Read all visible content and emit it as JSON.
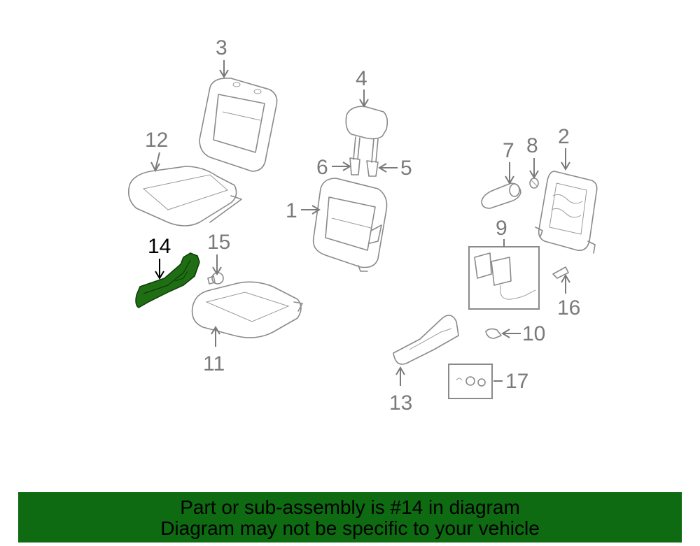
{
  "diagram": {
    "labels": [
      "1",
      "2",
      "3",
      "4",
      "5",
      "6",
      "7",
      "8",
      "9",
      "10",
      "11",
      "12",
      "13",
      "14",
      "15",
      "16",
      "17"
    ],
    "highlighted_part": "14",
    "highlight_color": "#1f6e13",
    "line_color": "#8a8a8a"
  },
  "banner": {
    "line1": "Part or sub-assembly is #14 in diagram",
    "line2": "Diagram may not be specific to your vehicle",
    "background": "#0e6b12"
  }
}
